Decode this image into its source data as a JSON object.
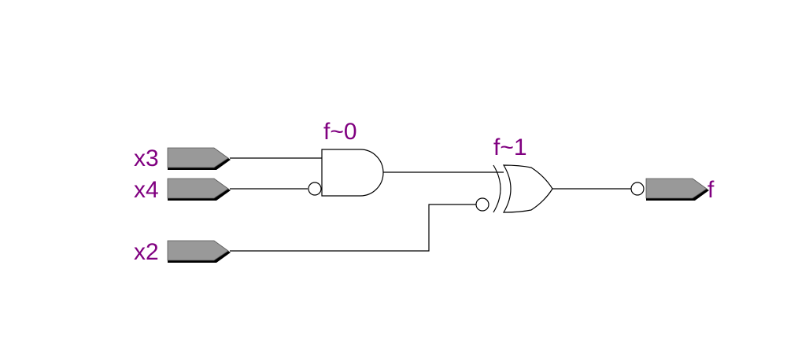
{
  "colors": {
    "label": "#800080",
    "port_fill": "#999999",
    "port_shadow": "#000000",
    "wire": "#000000"
  },
  "inputs": [
    {
      "name": "x3",
      "icon": "input-port-icon"
    },
    {
      "name": "x4",
      "icon": "input-port-icon"
    },
    {
      "name": "x2",
      "icon": "input-port-icon"
    }
  ],
  "gates": [
    {
      "name": "f~0",
      "type": "AND",
      "inverted_inputs": [
        "x4"
      ],
      "icon": "and-gate-icon"
    },
    {
      "name": "f~1",
      "type": "XOR",
      "inverted_inputs": [
        "x2"
      ],
      "icon": "xor-gate-icon"
    }
  ],
  "outputs": [
    {
      "name": "f",
      "inverted_input": true,
      "icon": "output-port-icon"
    }
  ]
}
